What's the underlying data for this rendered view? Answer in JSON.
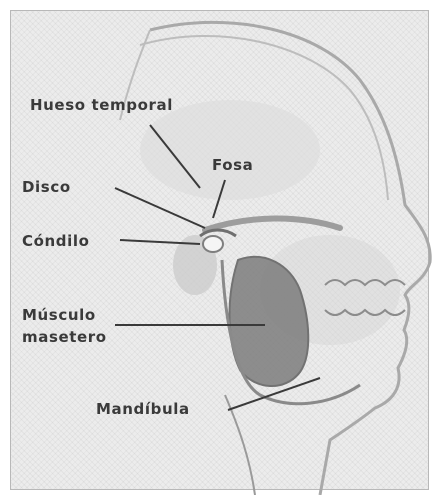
{
  "figure": {
    "labels": {
      "hueso_temporal": "Hueso temporal",
      "fosa": "Fosa",
      "disco": "Disco",
      "condilo": "Cóndilo",
      "musculo_line1": "Músculo",
      "musculo_line2": "masetero",
      "mandibula": "Mandíbula"
    },
    "colors": {
      "background": "#ececec",
      "head_outline": "#9a9a9a",
      "muscle": "#7a7a7a",
      "leader_line": "#3a3a3a",
      "label_text": "#3a3a3a"
    }
  }
}
